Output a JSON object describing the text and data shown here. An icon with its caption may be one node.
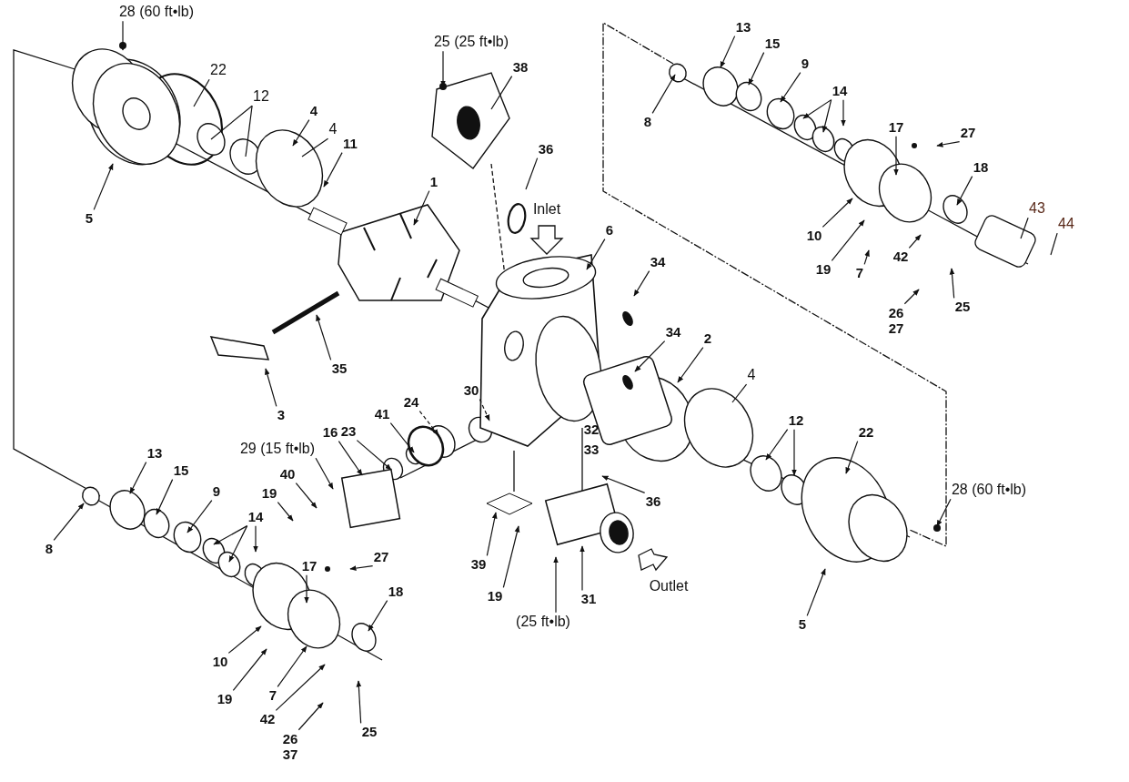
{
  "diagram": {
    "nodes": [
      {
        "text": [
          "28 (60 ft•lb)"
        ]
      },
      {
        "text": [
          "25 (25 ft•lb)"
        ]
      },
      {
        "text": [
          "22"
        ]
      },
      {
        "text": [
          "38"
        ]
      },
      {
        "text": [
          "12"
        ]
      },
      {
        "text": [
          "4"
        ]
      },
      {
        "text": [
          "4"
        ]
      },
      {
        "text": [
          "11"
        ]
      },
      {
        "text": [
          "36"
        ]
      },
      {
        "text": [
          "1"
        ]
      },
      {
        "text": [
          "5"
        ]
      },
      {
        "text": [
          "13"
        ]
      },
      {
        "text": [
          "15"
        ]
      },
      {
        "text": [
          "9"
        ]
      },
      {
        "text": [
          "14"
        ]
      },
      {
        "text": [
          "8"
        ]
      },
      {
        "text": [
          "17"
        ]
      },
      {
        "text": [
          "27"
        ]
      },
      {
        "text": [
          "18"
        ]
      },
      {
        "text": [
          "43"
        ]
      },
      {
        "text": [
          "44"
        ]
      },
      {
        "text": [
          "10"
        ]
      },
      {
        "text": [
          "19"
        ]
      },
      {
        "text": [
          "7"
        ]
      },
      {
        "text": [
          "42"
        ]
      },
      {
        "text": [
          "26",
          "27"
        ]
      },
      {
        "text": [
          "25"
        ]
      },
      {
        "text": [
          "6"
        ]
      },
      {
        "text": [
          "34"
        ]
      },
      {
        "text": [
          "34"
        ]
      },
      {
        "text": [
          "2"
        ]
      },
      {
        "text": [
          "4"
        ]
      },
      {
        "text": [
          "35"
        ]
      },
      {
        "text": [
          "3"
        ]
      },
      {
        "text": [
          "30"
        ]
      },
      {
        "text": [
          "24"
        ]
      },
      {
        "text": [
          "41"
        ]
      },
      {
        "text": [
          "23"
        ]
      },
      {
        "text": [
          "16"
        ]
      },
      {
        "text": [
          "29 (15 ft•lb)"
        ]
      },
      {
        "text": [
          "40"
        ]
      },
      {
        "text": [
          "19"
        ]
      },
      {
        "text": [
          "13"
        ]
      },
      {
        "text": [
          "15"
        ]
      },
      {
        "text": [
          "9"
        ]
      },
      {
        "text": [
          "14"
        ]
      },
      {
        "text": [
          "8"
        ]
      },
      {
        "text": [
          "17"
        ]
      },
      {
        "text": [
          "27"
        ]
      },
      {
        "text": [
          "18"
        ]
      },
      {
        "text": [
          "10"
        ]
      },
      {
        "text": [
          "19"
        ]
      },
      {
        "text": [
          "7"
        ]
      },
      {
        "text": [
          "42"
        ]
      },
      {
        "text": [
          "26",
          "37"
        ]
      },
      {
        "text": [
          "25"
        ]
      },
      {
        "text": [
          "36"
        ]
      },
      {
        "text": [
          "39"
        ]
      },
      {
        "text": [
          "19"
        ]
      },
      {
        "text": [
          "(25 ft•lb)"
        ]
      },
      {
        "text": [
          "31"
        ]
      },
      {
        "text": [
          "12"
        ]
      },
      {
        "text": [
          "22"
        ]
      },
      {
        "text": [
          "28 (60 ft•lb)"
        ]
      },
      {
        "text": [
          "5"
        ]
      }
    ],
    "edges": [
      {
        "from": 0,
        "to": null,
        "arrow": "to"
      },
      {
        "from": 1,
        "to": null,
        "arrow": "to"
      },
      {
        "from": 2,
        "to": null,
        "arrow": "none"
      },
      {
        "from": 3,
        "to": null,
        "arrow": "none"
      },
      {
        "from": 4,
        "to": null,
        "arrow": "none"
      },
      {
        "from": 4,
        "to": null,
        "arrow": "none"
      },
      {
        "from": 5,
        "to": null,
        "arrow": "to"
      },
      {
        "from": 6,
        "to": null,
        "arrow": "none"
      },
      {
        "from": 7,
        "to": null,
        "arrow": "to"
      },
      {
        "from": 8,
        "to": null,
        "arrow": "none"
      },
      {
        "from": 9,
        "to": null,
        "arrow": "to"
      },
      {
        "from": 10,
        "to": null,
        "arrow": "to"
      },
      {
        "from": 11,
        "to": null,
        "arrow": "to"
      },
      {
        "from": 12,
        "to": null,
        "arrow": "to"
      },
      {
        "from": 13,
        "to": null,
        "arrow": "to"
      },
      {
        "from": 14,
        "to": null,
        "arrow": "to"
      },
      {
        "from": 14,
        "to": null,
        "arrow": "to"
      },
      {
        "from": 14,
        "to": null,
        "arrow": "to"
      },
      {
        "from": 15,
        "to": null,
        "arrow": "to"
      },
      {
        "from": 16,
        "to": null,
        "arrow": "to"
      },
      {
        "from": 17,
        "to": null,
        "arrow": "to"
      },
      {
        "from": 18,
        "to": null,
        "arrow": "to"
      },
      {
        "from": 19,
        "to": null,
        "arrow": "none"
      },
      {
        "from": 20,
        "to": null,
        "arrow": "none"
      },
      {
        "from": 21,
        "to": null,
        "arrow": "to"
      },
      {
        "from": 22,
        "to": null,
        "arrow": "to"
      },
      {
        "from": 23,
        "to": null,
        "arrow": "to"
      },
      {
        "from": 24,
        "to": null,
        "arrow": "to"
      },
      {
        "from": 25,
        "to": null,
        "arrow": "to"
      },
      {
        "from": 26,
        "to": null,
        "arrow": "to"
      },
      {
        "from": 27,
        "to": null,
        "arrow": "to"
      },
      {
        "from": 28,
        "to": null,
        "arrow": "to"
      },
      {
        "from": 29,
        "to": null,
        "arrow": "to"
      },
      {
        "from": 30,
        "to": null,
        "arrow": "to"
      },
      {
        "from": 31,
        "to": null,
        "arrow": "none"
      },
      {
        "from": 32,
        "to": null,
        "arrow": "to"
      },
      {
        "from": 33,
        "to": null,
        "arrow": "to"
      },
      {
        "from": 34,
        "to": null,
        "arrow": "to",
        "style": "dashed"
      },
      {
        "from": 35,
        "to": null,
        "arrow": "to",
        "style": "dashed"
      },
      {
        "from": 36,
        "to": null,
        "arrow": "to"
      },
      {
        "from": 37,
        "to": null,
        "arrow": "to"
      },
      {
        "from": 38,
        "to": null,
        "arrow": "to"
      },
      {
        "from": 39,
        "to": null,
        "arrow": "to"
      },
      {
        "from": 40,
        "to": null,
        "arrow": "to"
      },
      {
        "from": 41,
        "to": null,
        "arrow": "to"
      },
      {
        "from": 42,
        "to": null,
        "arrow": "to"
      },
      {
        "from": 43,
        "to": null,
        "arrow": "to"
      },
      {
        "from": 44,
        "to": null,
        "arrow": "to"
      },
      {
        "from": 45,
        "to": null,
        "arrow": "to"
      },
      {
        "from": 45,
        "to": null,
        "arrow": "to"
      },
      {
        "from": 45,
        "to": null,
        "arrow": "to"
      },
      {
        "from": 46,
        "to": null,
        "arrow": "to"
      },
      {
        "from": 47,
        "to": null,
        "arrow": "to"
      },
      {
        "from": 48,
        "to": null,
        "arrow": "to"
      },
      {
        "from": 49,
        "to": null,
        "arrow": "to"
      },
      {
        "from": 50,
        "to": null,
        "arrow": "to"
      },
      {
        "from": 51,
        "to": null,
        "arrow": "to"
      },
      {
        "from": 52,
        "to": null,
        "arrow": "to"
      },
      {
        "from": 53,
        "to": null,
        "arrow": "to"
      },
      {
        "from": 54,
        "to": null,
        "arrow": "to"
      },
      {
        "from": 55,
        "to": null,
        "arrow": "to"
      },
      {
        "from": 56,
        "to": null,
        "arrow": "to"
      },
      {
        "from": 57,
        "to": null,
        "arrow": "to"
      },
      {
        "from": 58,
        "to": null,
        "arrow": "to"
      },
      {
        "from": 59,
        "to": null,
        "arrow": "to"
      },
      {
        "from": 60,
        "to": null,
        "arrow": "to"
      },
      {
        "from": 61,
        "to": null,
        "arrow": "to"
      },
      {
        "from": 61,
        "to": null,
        "arrow": "to"
      },
      {
        "from": 62,
        "to": null,
        "arrow": "to"
      },
      {
        "from": 63,
        "to": null,
        "arrow": "to"
      },
      {
        "from": 64,
        "to": null,
        "arrow": "to"
      }
    ],
    "labels": [
      "Inlet",
      "32",
      "33",
      "Outlet"
    ]
  }
}
